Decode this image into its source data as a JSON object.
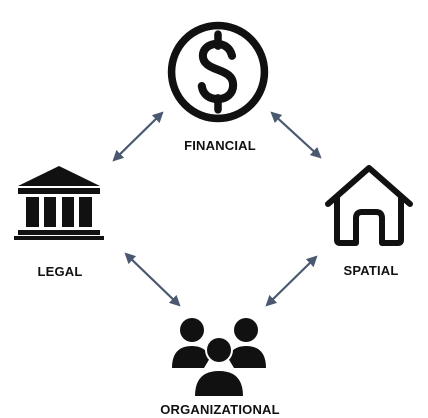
{
  "nodes": {
    "financial": {
      "label": "FINANCIAL",
      "icon": "dollar-circle-icon"
    },
    "legal": {
      "label": "LEGAL",
      "icon": "courthouse-icon"
    },
    "spatial": {
      "label": "SPATIAL",
      "icon": "house-icon"
    },
    "organizational": {
      "label": "ORGANIZATIONAL",
      "icon": "people-group-icon"
    }
  },
  "connections": [
    {
      "from": "financial",
      "to": "legal",
      "bidirectional": true
    },
    {
      "from": "financial",
      "to": "spatial",
      "bidirectional": true
    },
    {
      "from": "legal",
      "to": "organizational",
      "bidirectional": true
    },
    {
      "from": "spatial",
      "to": "organizational",
      "bidirectional": true
    }
  ],
  "colors": {
    "arrow": "#4a5870",
    "icon": "#111111",
    "label": "#111111",
    "background": "#ffffff"
  }
}
